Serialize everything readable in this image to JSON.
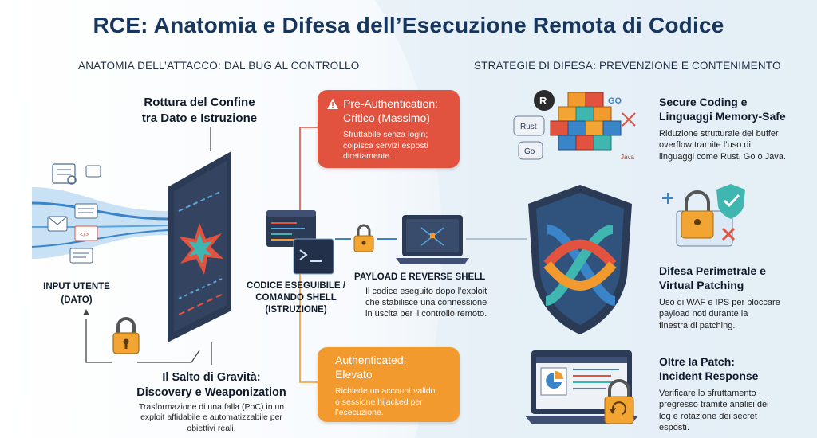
{
  "title": "RCE: Anatomia e Difesa dell’Esecuzione Remota di Codice",
  "left_section": {
    "label": "ANATOMIA DELL’ATTACCO: DAL BUG AL CONTROLLO",
    "boundary_heading": [
      "Rottura del Confine",
      "tra Dato e Istruzione"
    ],
    "input_label": [
      "INPUT UTENTE",
      "(DATO)"
    ],
    "code_label": [
      "CODICE ESEGUIBILE /",
      "COMANDO SHELL",
      "(ISTRUZIONE)"
    ],
    "gravity_heading": [
      "Il Salto di Gravità:",
      "Discovery e Weaponization"
    ],
    "gravity_body": [
      "Trasformazione di una falla (PoC) in un",
      "exploit affidabile e automatizzabile per",
      "obiettivi reali."
    ],
    "payload_heading": "PAYLOAD E REVERSE SHELL",
    "payload_body": [
      "Il codice eseguito dopo l’exploit",
      "che stabilisce una connessione",
      "in uscita per il controllo remoto."
    ]
  },
  "severity_cards": [
    {
      "title": [
        "Pre-Authentication:",
        "Critico (Massimo)"
      ],
      "body": [
        "Sfruttabile senza login;",
        "colpisca servizi esposti",
        "direttamente."
      ],
      "color": "#e2533f"
    },
    {
      "title": [
        "Authenticated:",
        "Elevato"
      ],
      "body": [
        "Richiede un account valido",
        "o sessione hijacked per",
        "l’esecuzione."
      ],
      "color": "#f29a2e"
    }
  ],
  "right_section": {
    "label": "STRATEGIE DI DIFESA: PREVENZIONE E CONTENIMENTO",
    "items": [
      {
        "title": [
          "Secure Coding e",
          "Linguaggi Memory-Safe"
        ],
        "body": [
          "Riduzione strutturale dei buffer",
          "overflow tramite l’uso di",
          "linguaggi come Rust, Go o Java."
        ]
      },
      {
        "title": [
          "Difesa Perimetrale e",
          "Virtual Patching"
        ],
        "body": [
          "Uso di WAF e IPS per bloccare",
          "payload noti durante la",
          "finestra di patching."
        ]
      },
      {
        "title": [
          "Oltre la Patch:",
          "Incident Response"
        ],
        "body": [
          "Verificare lo sfruttamento",
          "pregresso tramite analisi dei",
          "log e rotazione dei secret",
          "esposti."
        ]
      }
    ]
  },
  "icon_labels": {
    "rust": "Rust",
    "go": "GO",
    "go_small": "Go",
    "java": "Java",
    "rust_logo": "R"
  },
  "colors": {
    "navy": "#17365d",
    "red": "#e2533f",
    "orange": "#f29a2e",
    "panel": "#2b3a55",
    "accent_blue": "#3a84c9"
  }
}
